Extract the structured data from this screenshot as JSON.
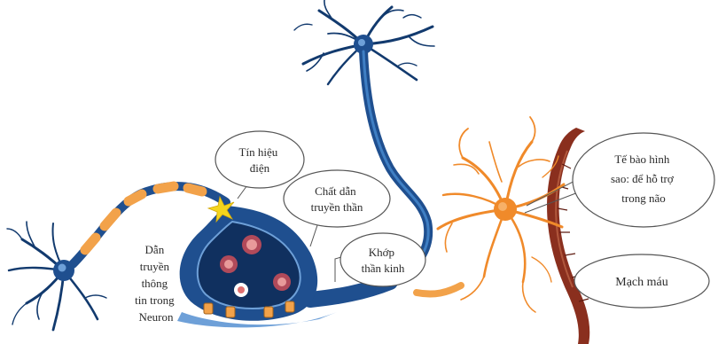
{
  "labels": {
    "electrical_signal": [
      "Tín hiệu",
      "điện"
    ],
    "neurotransmitter": [
      "Chất dẫn",
      "truyền thần"
    ],
    "synapse": [
      "Khớp",
      "thần kinh"
    ],
    "astrocyte": [
      "Tế bào hình",
      "sao: để hỗ trợ",
      "trong não"
    ],
    "blood_vessel": [
      "Mạch máu"
    ],
    "neuron_transmission": [
      "Dẫn",
      "truyền",
      "thông",
      "tin trong",
      "Neuron"
    ]
  },
  "colors": {
    "neuron_blue": "#1f4f8f",
    "neuron_dark": "#123a6e",
    "axon_light": "#3f7fc4",
    "myelin": "#f2a24a",
    "astrocyte_orange": "#f08a2a",
    "vessel_red": "#8a2f1e",
    "spark_yellow": "#f4d51d",
    "callout_border": "#555555"
  }
}
